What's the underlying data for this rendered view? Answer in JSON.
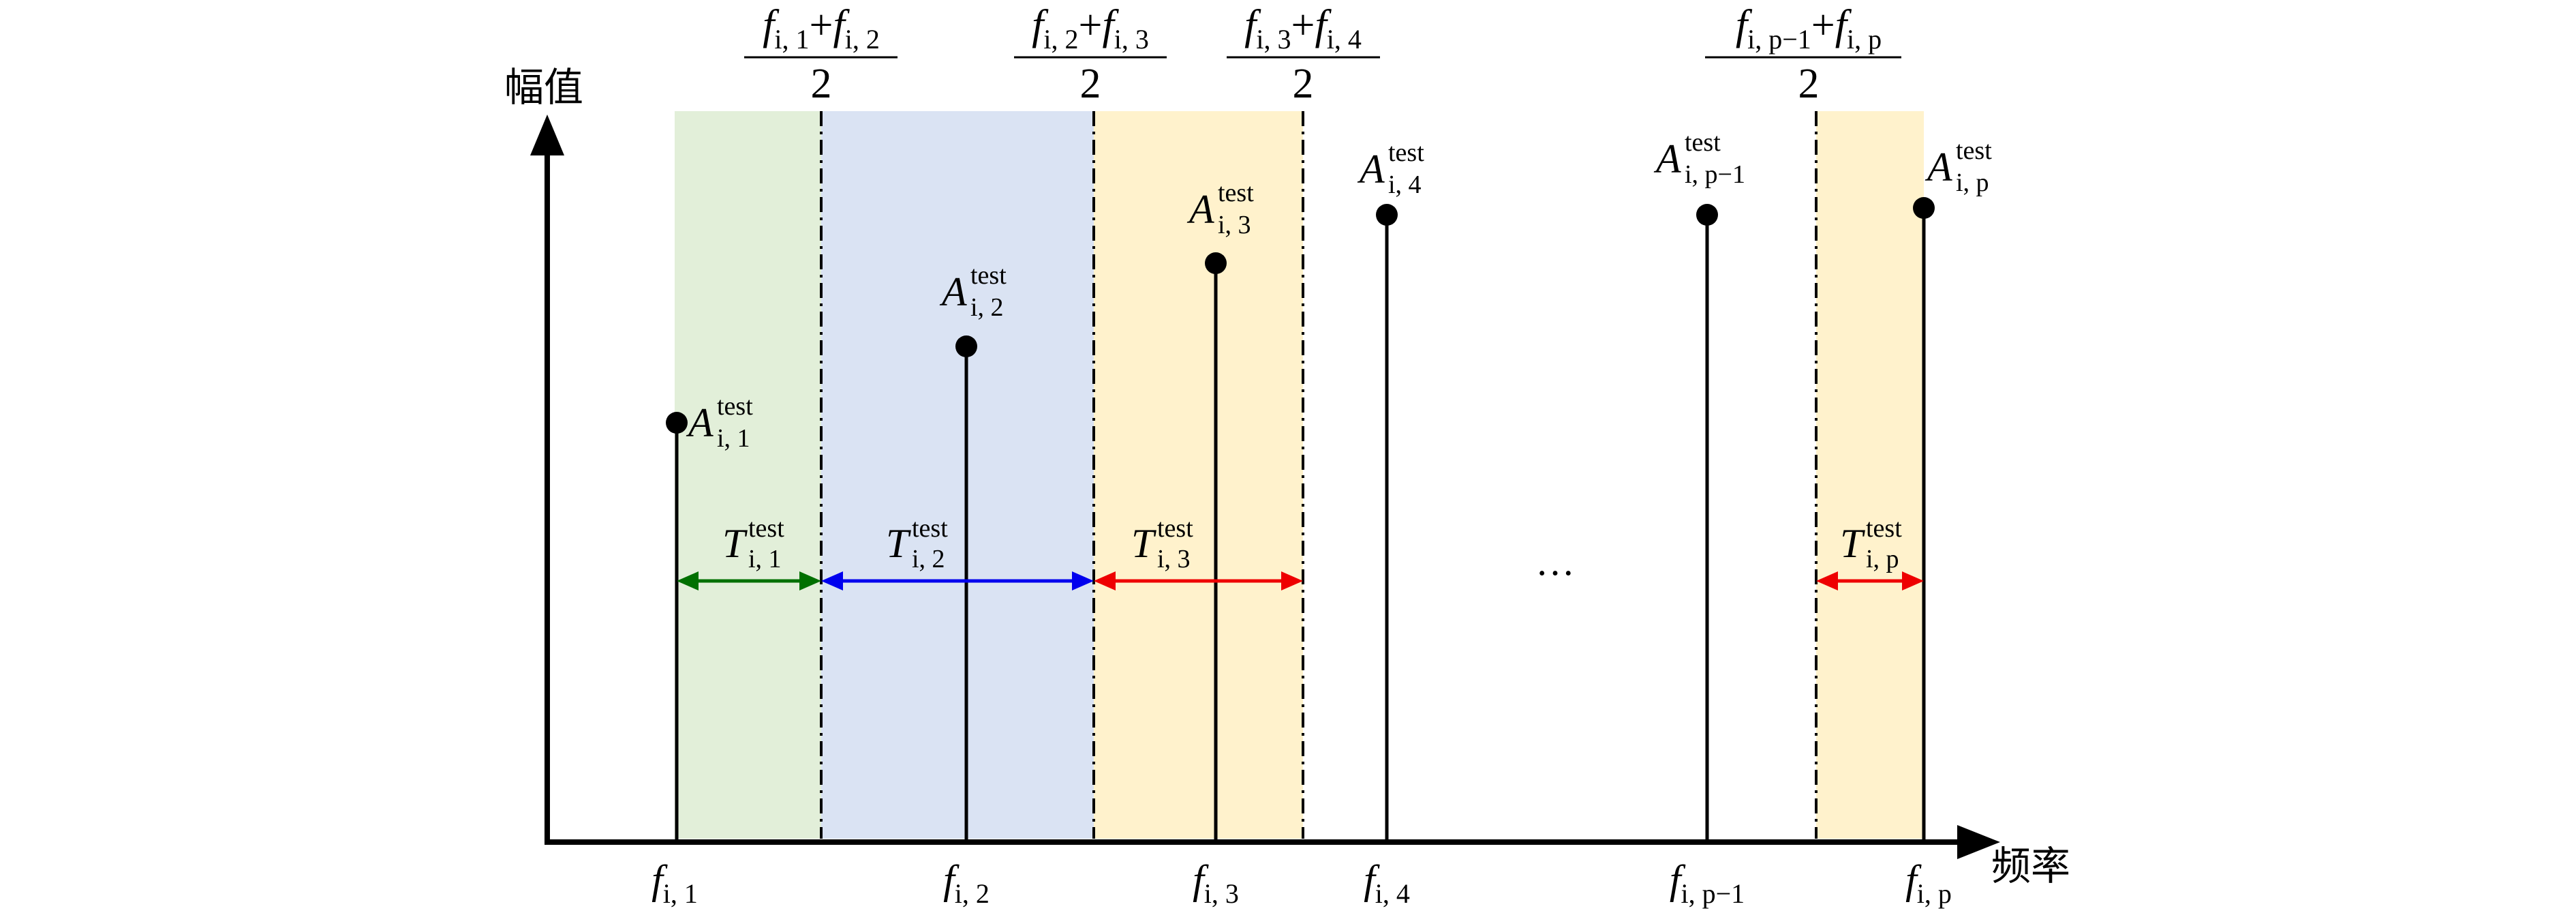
{
  "axes": {
    "y_label": "幅值",
    "x_label": "频率"
  },
  "ellipsis": "···",
  "bands": [
    {
      "color": "#e2efd9"
    },
    {
      "color": "#dae3f3"
    },
    {
      "color": "#fff2cc"
    },
    {
      "color": "#fff2cc"
    }
  ],
  "boundaries": [
    {
      "n1": "f",
      "s1": "i, 1",
      "plus": "+",
      "n2": "f",
      "s2": "i, 2",
      "den": "2"
    },
    {
      "n1": "f",
      "s1": "i, 2",
      "plus": "+",
      "n2": "f",
      "s2": "i, 3",
      "den": "2"
    },
    {
      "n1": "f",
      "s1": "i, 3",
      "plus": "+",
      "n2": "f",
      "s2": "i, 4",
      "den": "2"
    },
    {
      "n1": "f",
      "s1": "i, p−1",
      "plus": "+",
      "n2": "f",
      "s2": "i, p",
      "den": "2"
    }
  ],
  "stems": [
    {
      "freq_base": "f",
      "freq_sub": "i, 1",
      "amp_base": "A",
      "amp_sup": "test",
      "amp_sub": "i, 1"
    },
    {
      "freq_base": "f",
      "freq_sub": "i, 2",
      "amp_base": "A",
      "amp_sup": "test",
      "amp_sub": "i, 2"
    },
    {
      "freq_base": "f",
      "freq_sub": "i, 3",
      "amp_base": "A",
      "amp_sup": "test",
      "amp_sub": "i, 3"
    },
    {
      "freq_base": "f",
      "freq_sub": "i, 4",
      "amp_base": "A",
      "amp_sup": "test",
      "amp_sub": "i, 4"
    },
    {
      "freq_base": "f",
      "freq_sub": "i, p−1",
      "amp_base": "A",
      "amp_sup": "test",
      "amp_sub": "i, p−1"
    },
    {
      "freq_base": "f",
      "freq_sub": "i, p",
      "amp_base": "A",
      "amp_sup": "test",
      "amp_sub": "i, p"
    }
  ],
  "intervals": [
    {
      "base": "T",
      "sup": "test",
      "sub": "i, 1",
      "color": "#007000"
    },
    {
      "base": "T",
      "sup": "test",
      "sub": "i, 2",
      "color": "#0000ee"
    },
    {
      "base": "T",
      "sup": "test",
      "sub": "i, 3",
      "color": "#ee0000"
    },
    {
      "base": "T",
      "sup": "test",
      "sub": "i, p",
      "color": "#ee0000"
    }
  ]
}
